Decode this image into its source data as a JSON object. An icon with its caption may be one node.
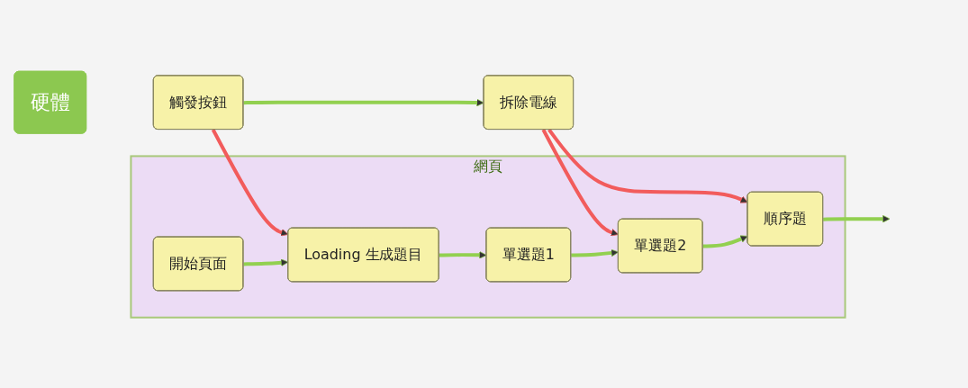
{
  "diagram": {
    "nodes": [
      {
        "text": [
          "硬體"
        ]
      },
      {
        "text": [
          "觸發按鈕"
        ]
      },
      {
        "text": [
          "拆除電線"
        ]
      },
      {
        "text": [
          "網頁"
        ]
      },
      {
        "text": [
          "開始頁面"
        ],
        "in": 3
      },
      {
        "text": [
          "Loading 生成題目"
        ],
        "in": 3
      },
      {
        "text": [
          "單選題1"
        ],
        "in": 3
      },
      {
        "text": [
          "單選題2"
        ],
        "in": 3
      },
      {
        "text": [
          "順序題"
        ],
        "in": 3
      }
    ],
    "edges": [
      {
        "from": 1,
        "to": 2,
        "arrow": "to"
      },
      {
        "from": 1,
        "to": 5,
        "arrow": "to",
        "color": "#f25c5c"
      },
      {
        "from": 2,
        "to": 7,
        "arrow": "to",
        "color": "#f25c5c"
      },
      {
        "from": 2,
        "to": 8,
        "arrow": "to",
        "color": "#f25c5c"
      },
      {
        "from": 4,
        "to": 5,
        "arrow": "to"
      },
      {
        "from": 5,
        "to": 6,
        "arrow": "to"
      },
      {
        "from": 6,
        "to": 7,
        "arrow": "to"
      },
      {
        "from": 7,
        "to": 8,
        "arrow": "to"
      },
      {
        "from": 8,
        "to": null,
        "arrow": "to"
      }
    ]
  }
}
